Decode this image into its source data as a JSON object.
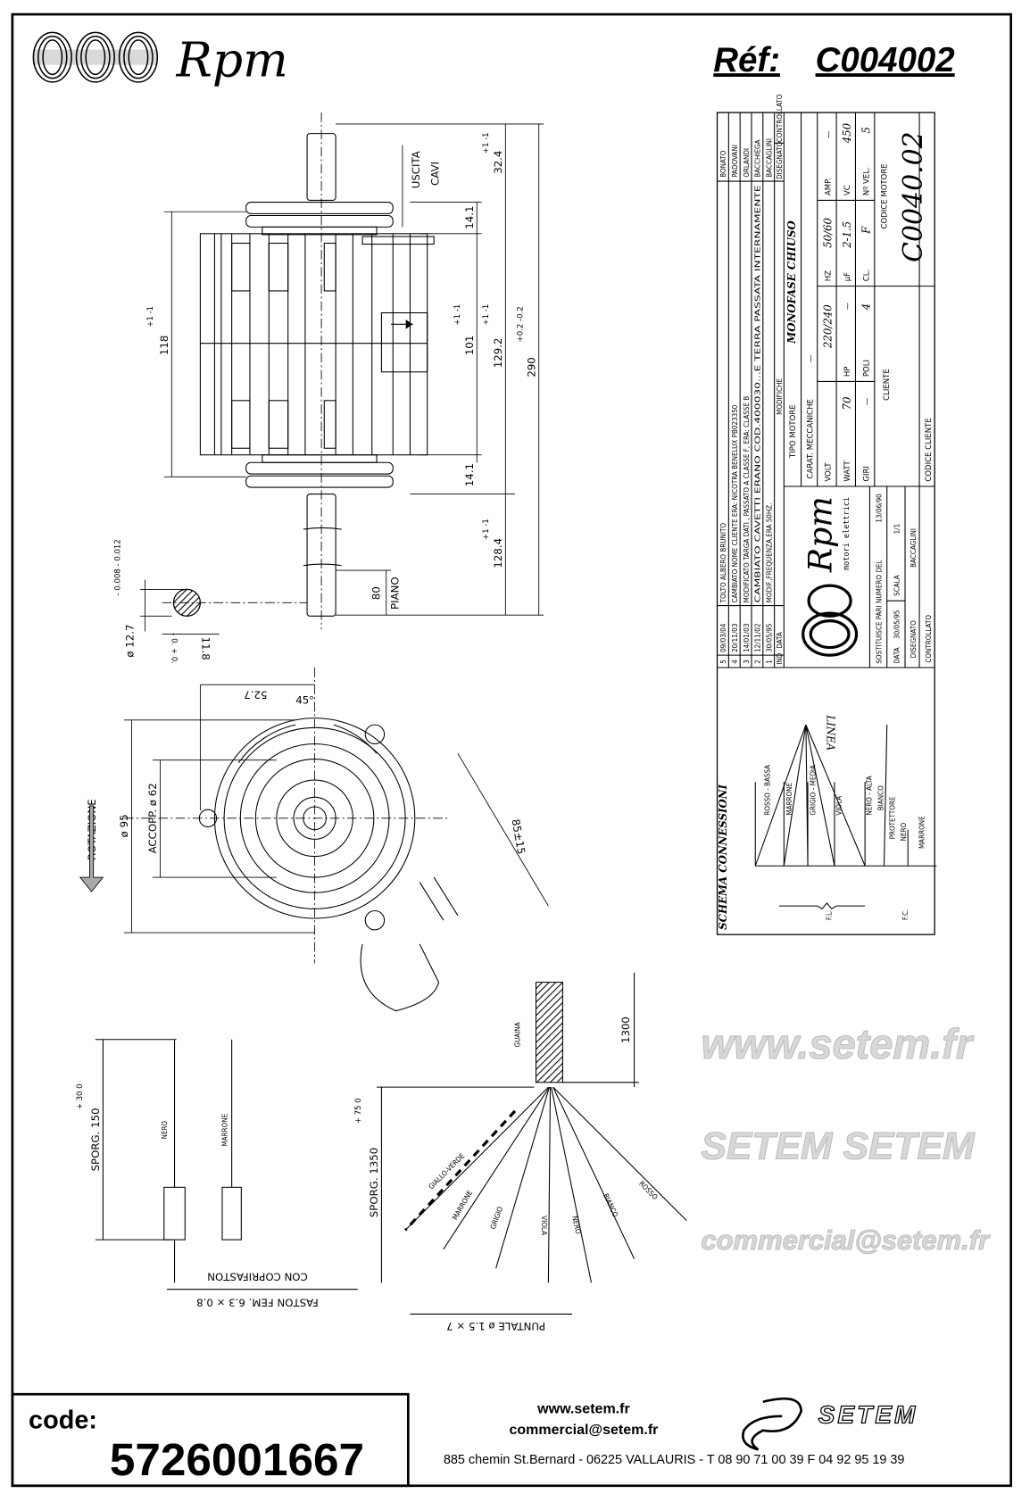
{
  "header": {
    "brand": "Rpm",
    "reference_label": "Réf:",
    "reference_value": "C004002"
  },
  "side_view": {
    "dim_118": "118",
    "dim_118_tol": "+1 -1",
    "dim_101": "101",
    "dim_101_tol": "+1 -1",
    "dim_129": "129.2",
    "dim_129_tol": "+1 -1",
    "dim_290": "290",
    "dim_290_tol": "+0.2 -0.2",
    "dim_32": "32.4",
    "dim_32_tol": "+1 -1",
    "dim_14_top": "14.1",
    "dim_14_bottom": "14.1",
    "dim_128": "128.4",
    "dim_128_tol": "+1 -1",
    "cable_exit_1": "USCITA",
    "cable_exit_2": "CAVI",
    "flat_len": "80",
    "flat_label": "PIANO",
    "shaft_dia": "ø 12.7",
    "shaft_dia_tol": "- 0.008  - 0.012",
    "flat_dim": "11.8",
    "flat_dim_tol": "- 0.  + 0."
  },
  "front_view": {
    "rotation_label": "ROTAZIONE",
    "dia_95": "ø 95",
    "coupling": "ACCOPP. ø 62",
    "dim_52": "52.7",
    "angle": "45°",
    "dim_85": "85±15"
  },
  "title_block": {
    "revisions": [
      {
        "ind": "5",
        "date": "09/03/04",
        "desc": "TOLTO ALBERO BRUNITO",
        "name": "BONATO"
      },
      {
        "ind": "4",
        "date": "20/11/03",
        "desc": "CAMBIATO NOME CLIENTE ERA: NICOTRA BENELUX PB023350",
        "name": "PADOVANI"
      },
      {
        "ind": "3",
        "date": "14/01/03",
        "desc": "MODIFICATO TARGA DATI , PASSATO A CLASSE F, ERA: CLASSE B",
        "name": "ORLANDI"
      },
      {
        "ind": "2",
        "date": "12/11/02",
        "desc": "CAMBIATO CAVETTI ERANO COD.400030...E TERRA PASSATA INTERNAMENTE",
        "name": "BACCHIEGA"
      },
      {
        "ind": "1",
        "date": "30/05/95",
        "desc": "MODIF.,FREQUENZA,ERA 50HZ.",
        "name": "BACCAGLINI"
      }
    ],
    "head_ind": "IND",
    "head_date": "DATA",
    "head_mod": "MODIFICHE",
    "head_drawn": "DISEGNATO",
    "head_checked": "CONTROLLATO",
    "logo_text": "Rpm",
    "logo_sub": "motori elettrici",
    "replaces": "SOSTITUISCE PARI NUMERO DEL",
    "replaces_date": "13/06/90",
    "date_label": "DATA",
    "date_value": "30/05/95",
    "scale_label": "SCALA",
    "scale_value": "1/1",
    "drawn_label": "DISEGNATO",
    "drawn_value": "BACCAGLINI",
    "checked_label": "CONTROLLATO",
    "motor_type_label": "TIPO MOTORE",
    "motor_type_value": "MONOFASE CHIUSO",
    "mech_label": "CARAT. MECCANICHE",
    "mech_value": "—",
    "volt_label": "VOLT",
    "volt_value": "220/240",
    "hz_label": "HZ",
    "hz_value": "50/60",
    "amp_label": "AMP.",
    "amp_value": "—",
    "watt_label": "WATT",
    "watt_value": "70",
    "hp_label": "HP",
    "hp_value": "—",
    "uf_label": "µF",
    "uf_value": "2-1.5",
    "vc_label": "VC",
    "vc_value": "450",
    "rpm_label": "GIRI",
    "rpm_value": "—",
    "poles_label": "POLI",
    "poles_value": "4",
    "class_label": "CL.",
    "class_value": "F",
    "speeds_label": "Nº VEL.",
    "speeds_value": "5",
    "client_label": "CLIENTE",
    "client_code_label": "CODICE CLIENTE",
    "motor_code_label": "CODICE MOTORE",
    "motor_code_value": "C0040.02"
  },
  "schema": {
    "title": "SCHEMA CONNESSIONI",
    "line": "LINEA",
    "wires": [
      "ROSSO - BASSA",
      "MARRONE",
      "GRIGIO - MEDIA",
      "VIOLA",
      "NERO - ALTA",
      "BIANCO",
      "PROTETTORE",
      "NERO",
      "MARRONE"
    ],
    "fl": "F.L.",
    "fc": "F.C."
  },
  "leads": {
    "sporg_150": "SPORG. 150",
    "sporg_150_tol": "+ 30  0",
    "lead_black": "NERO",
    "lead_brown": "MARRONE",
    "faston": "FASTON FEM. 6.3 × 0.8",
    "cover": "CON COPRIFASTON",
    "sheath": "GUAINA",
    "len_1300": "1300",
    "sporg_1350": "SPORG. 1350",
    "sporg_1350_tol": "+ 75  0",
    "wires": [
      "GIALLO-VERDE",
      "MARRONE",
      "GRIGIO",
      "VIOLA",
      "NERO",
      "BIANCO",
      "ROSSO"
    ],
    "tip": "PUNTALE ø 1.5 × 7"
  },
  "watermark": {
    "line1": "www.setem.fr",
    "line2": "SETEM SETEM",
    "line3": "commercial@setem.fr"
  },
  "footer": {
    "code_label": "code:",
    "code_value": "5726001667",
    "website": "www.setem.fr",
    "email": "commercial@setem.fr",
    "address": "885 chemin St.Bernard  -  06225 VALLAURIS  -  T 08 90 71 00 39   F 04 92 95 19 39",
    "company": "SETEM"
  }
}
